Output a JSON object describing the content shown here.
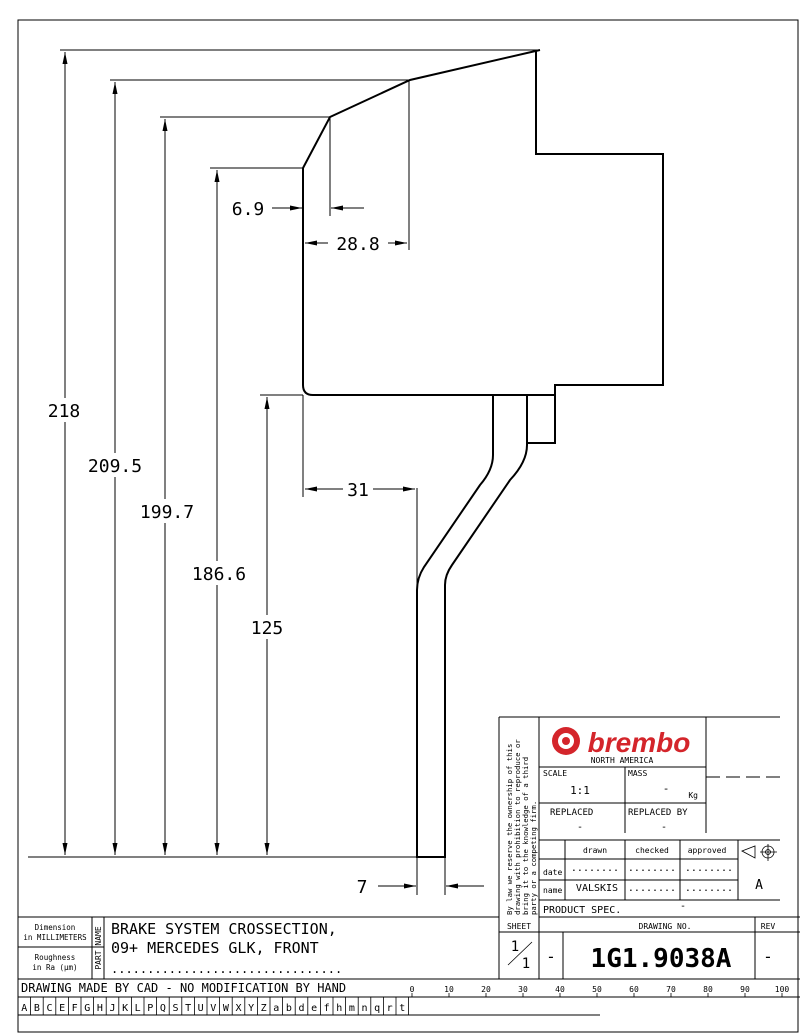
{
  "dimensions": {
    "d_218": "218",
    "d_209_5": "209.5",
    "d_199_7": "199.7",
    "d_186_6": "186.6",
    "d_125": "125",
    "d_6_9": "6.9",
    "d_28_8": "28.8",
    "d_31": "31",
    "d_7": "7"
  },
  "title_block": {
    "brand": "brembo",
    "brand_sub": "NORTH AMERICA",
    "legal_notice": [
      "By law we reserve the ownership of this",
      "drawing with prohibition to reproduce or",
      "bring it to the knowledge of a third",
      "party or a competing firm."
    ],
    "scale_label": "SCALE",
    "scale_value": "1:1",
    "mass_label": "MASS",
    "mass_value": "-",
    "mass_unit": "Kg",
    "replaced_label": "REPLACED",
    "replaced_value": "-",
    "replaced_by_label": "REPLACED BY",
    "replaced_by_value": "-",
    "drawn_label": "drawn",
    "checked_label": "checked",
    "approved_label": "approved",
    "date_label": "date",
    "name_label": "name",
    "drawn_by": "VALSKIS",
    "dots": "........",
    "revision_mark": "A",
    "product_spec_label": "PRODUCT SPEC.",
    "product_spec_value": "-",
    "sheet_label": "SHEET",
    "sheet_num": "1",
    "sheet_total": "1",
    "sheet_dash": "-",
    "drawing_no_label": "DRAWING NO.",
    "drawing_no": "1G1.9038A",
    "rev_label": "REV",
    "rev_value": "-",
    "dimension_label_1": "Dimension",
    "dimension_label_2": "in MILLIMETERS",
    "roughness_label_1": "Roughness",
    "roughness_label_2": "in Ra (µm)",
    "part_name_label": "PART NAME",
    "part_name_line1": "BRAKE SYSTEM CROSSECTION,",
    "part_name_line2": "09+ MERCEDES GLK, FRONT",
    "part_name_dots": "................................",
    "cad_notice": "DRAWING MADE BY CAD - NO MODIFICATION BY HAND"
  },
  "scale_ruler": [
    "0",
    "10",
    "20",
    "30",
    "40",
    "50",
    "60",
    "70",
    "80",
    "90",
    "100"
  ],
  "letter_strip": [
    "A",
    "B",
    "C",
    "E",
    "F",
    "G",
    "H",
    "J",
    "K",
    "L",
    "P",
    "Q",
    "S",
    "T",
    "U",
    "V",
    "W",
    "X",
    "Y",
    "Z",
    "a",
    "b",
    "d",
    "e",
    "f",
    "h",
    "m",
    "n",
    "q",
    "r",
    "t"
  ]
}
